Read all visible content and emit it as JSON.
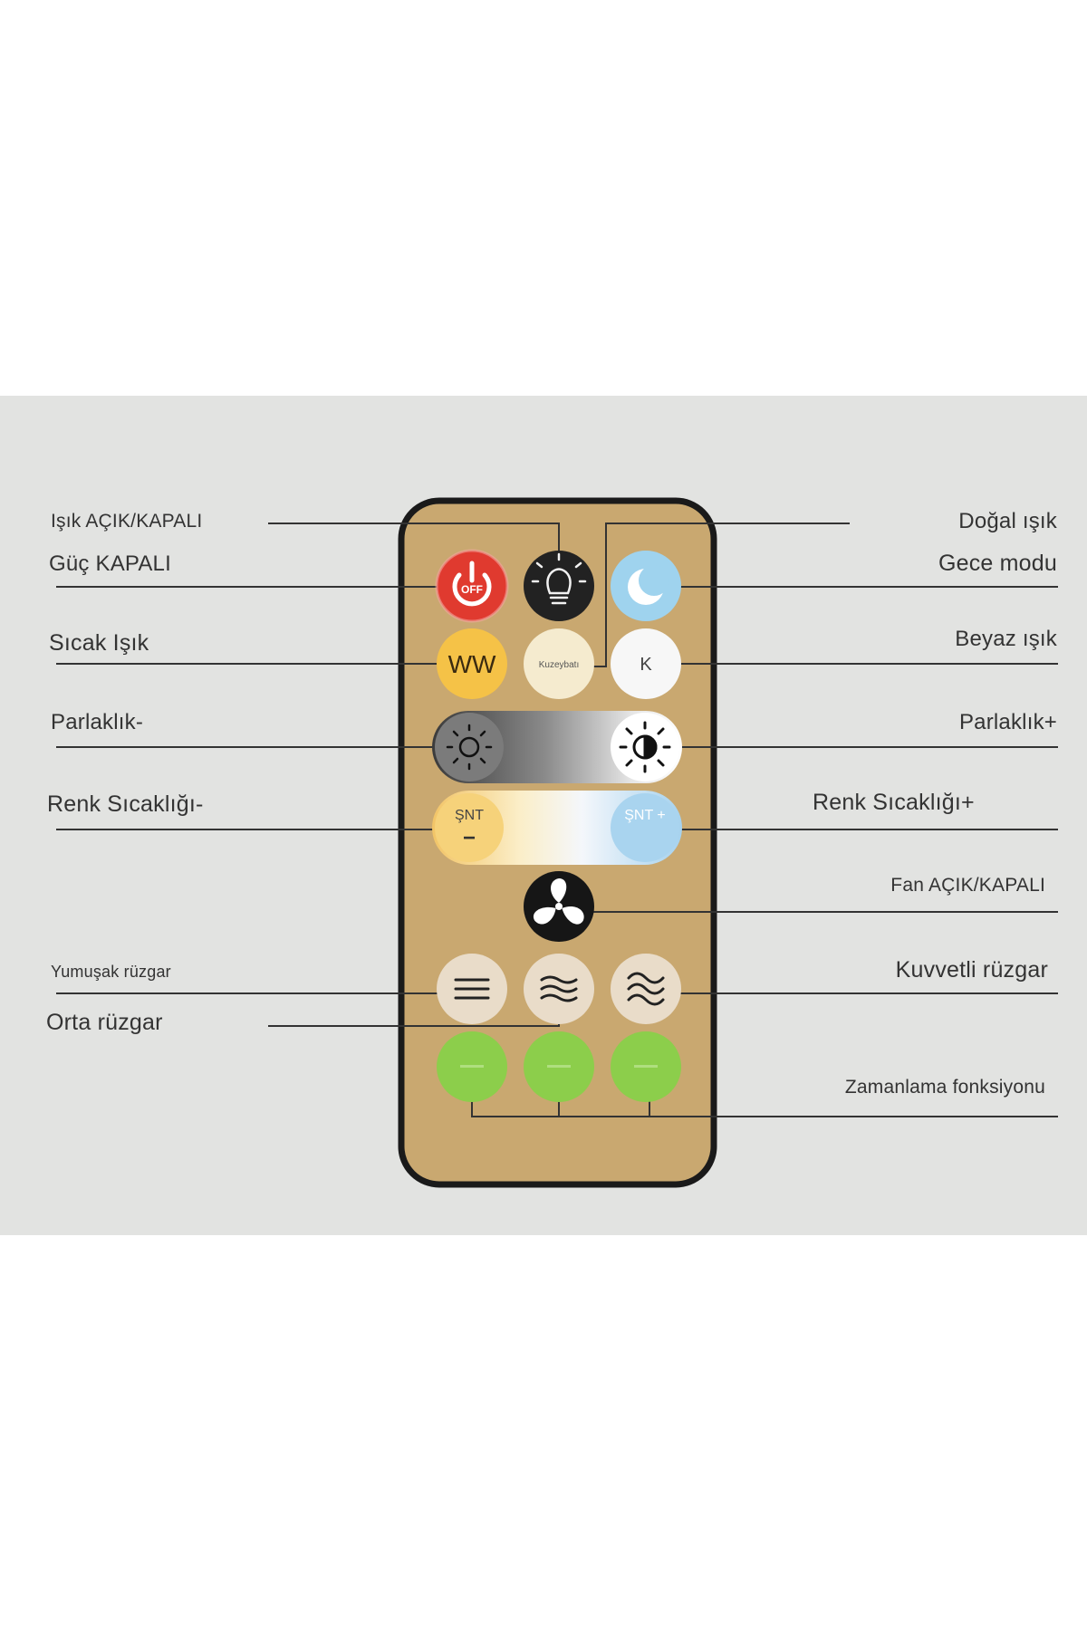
{
  "labels": {
    "isik_acik_kapali": "Işık AÇIK/KAPALI",
    "guc_kapali": "Güç KAPALI",
    "dogal_isik": "Doğal ışık",
    "gece_modu": "Gece modu",
    "sicak_isik": "Sıcak Işık",
    "beyaz_isik": "Beyaz ışık",
    "parlaklik_minus": "Parlaklık-",
    "parlaklik_plus": "Parlaklık+",
    "renk_sicakligi_minus": "Renk Sıcaklığı-",
    "renk_sicakligi_plus": "Renk Sıcaklığı+",
    "fan_acik_kapali": "Fan AÇIK/KAPALI",
    "yumusak_ruzgar": "Yumuşak rüzgar",
    "kuvvetli_ruzgar": "Kuvvetli rüzgar",
    "orta_ruzgar": "Orta rüzgar",
    "zamanlama": "Zamanlama fonksiyonu"
  },
  "buttons": {
    "off": "OFF",
    "ww": "WW",
    "kuzeybati": "Kuzeybatı",
    "k": "K",
    "snt_minus_top": "ŞNT",
    "snt_minus_sign": "−",
    "snt_plus": "ŞNT +"
  },
  "colors": {
    "panel": "#e2e3e1",
    "remote_body": "#c9a870",
    "remote_frame": "#1a1a1a",
    "power_red": "#e03a2f",
    "bulb_black": "#222222",
    "night_blue": "#9fd3ee",
    "warm_yellow": "#f5c247",
    "timer_green": "#8cce4b",
    "wind_beige": "#e9dcc9",
    "line": "#333333"
  },
  "icons": [
    "power-icon",
    "bulb-icon",
    "moon-icon",
    "sun-dim-icon",
    "sun-bright-icon",
    "fan-icon",
    "wind-soft-icon",
    "wind-medium-icon",
    "wind-strong-icon"
  ]
}
